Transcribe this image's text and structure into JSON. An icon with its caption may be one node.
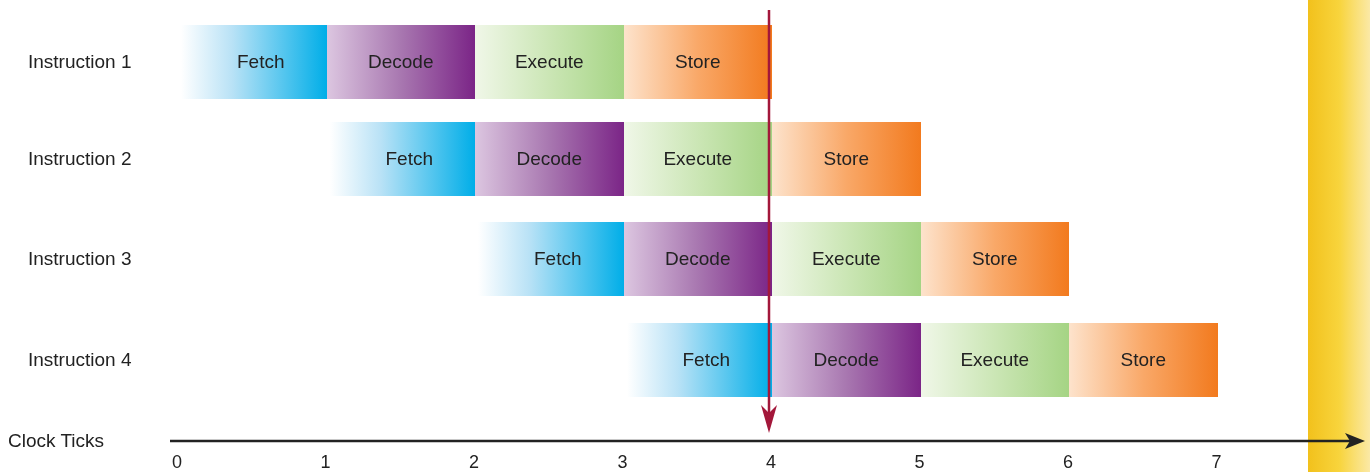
{
  "diagram": {
    "nodes": [
      {
        "text": [
          "Fetch"
        ]
      },
      {
        "text": [
          "Decode"
        ]
      },
      {
        "text": [
          "Execute"
        ]
      },
      {
        "text": [
          "Store"
        ]
      },
      {
        "text": [
          "Fetch"
        ]
      },
      {
        "text": [
          "Decode"
        ]
      },
      {
        "text": [
          "Execute"
        ]
      },
      {
        "text": [
          "Store"
        ]
      },
      {
        "text": [
          "Fetch"
        ]
      },
      {
        "text": [
          "Decode"
        ]
      },
      {
        "text": [
          "Execute"
        ]
      },
      {
        "text": [
          "Store"
        ]
      },
      {
        "text": [
          "Fetch"
        ]
      },
      {
        "text": [
          "Decode"
        ]
      },
      {
        "text": [
          "Execute"
        ]
      },
      {
        "text": [
          "Store"
        ]
      },
      {
        "text": [],
        "shape": "bar"
      }
    ],
    "labels": [
      "Instruction 1",
      "Instruction 2",
      "Instruction 3",
      "Instruction 4",
      "Clock Ticks",
      "0",
      "1",
      "2",
      "3",
      "4",
      "5",
      "6",
      "7"
    ]
  }
}
